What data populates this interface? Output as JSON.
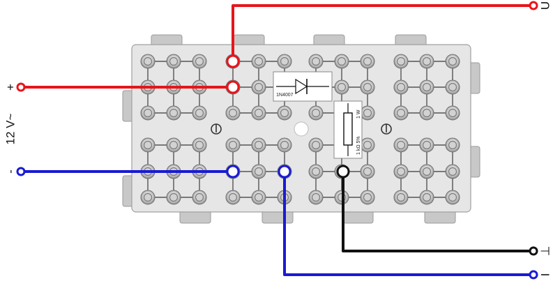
{
  "supply": {
    "voltage_label": "12 V~",
    "plus_label": "+",
    "minus_label": "-"
  },
  "outputs": [
    {
      "id": "u",
      "label": "U",
      "color": "#e8141b"
    },
    {
      "id": "t",
      "label": "⊥",
      "color": "#111111"
    },
    {
      "id": "i",
      "label": "I",
      "color": "#1a1ad6"
    }
  ],
  "components": {
    "diode": {
      "label": "1N4007"
    },
    "resistor": {
      "power": "1 W",
      "value": "1 kΩ 5%"
    }
  },
  "colors": {
    "red_wire": "#e8141b",
    "blue_wire": "#1a1ad6",
    "black_wire": "#111111",
    "board": "#e6e6e6",
    "socket": "#a9a9a9"
  }
}
